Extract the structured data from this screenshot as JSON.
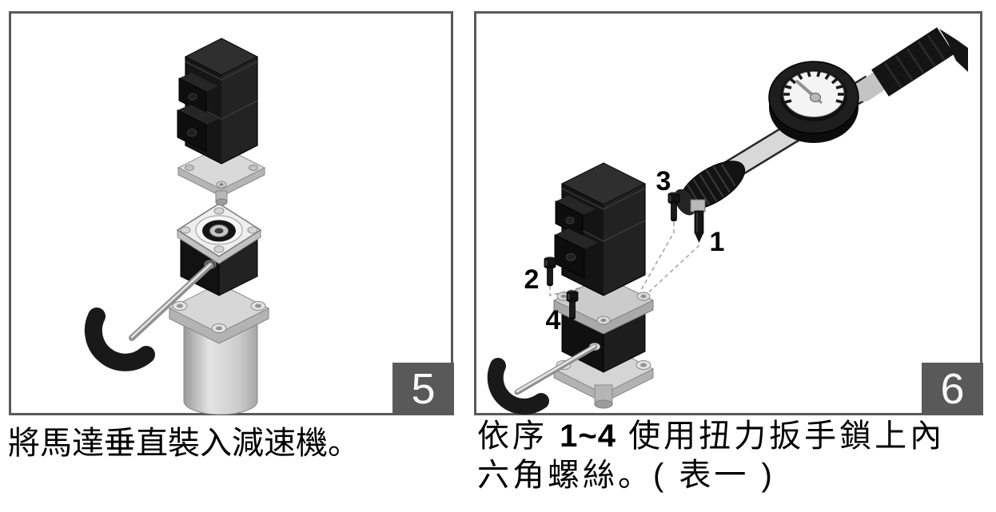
{
  "colors": {
    "panel_border": "#595959",
    "badge_background": "#595959",
    "badge_number": "#fafafa",
    "caption_text": "#000000"
  },
  "panel5": {
    "number": "5",
    "caption": "將馬達垂直裝入減速機。"
  },
  "panel6": {
    "number": "6",
    "caption": {
      "line1_prefix": "依序 ",
      "line1_bold": "1~4",
      "line1_suffix": " 使用扭力扳手鎖上內",
      "line2": "六角螺絲。( 表一 )"
    },
    "screw_labels": [
      "1",
      "2",
      "3",
      "4"
    ]
  }
}
